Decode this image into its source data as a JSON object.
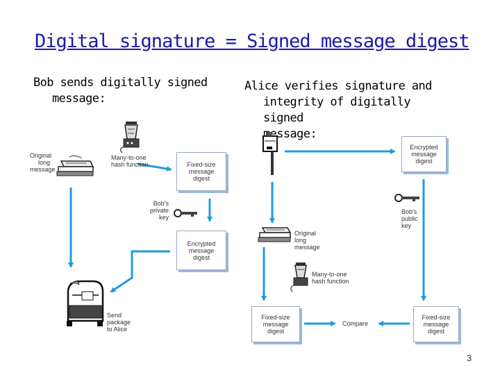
{
  "title": "Digital signature = Signed message digest",
  "left": {
    "line1": "Bob sends digitally signed",
    "line2": "message:",
    "labels": {
      "original": [
        "Original",
        "long",
        "message"
      ],
      "hash": [
        "Many-to-one",
        "hash function"
      ],
      "fixed_digest": [
        "Fixed-size",
        "message",
        "digest"
      ],
      "private_key": [
        "Bob's",
        "private",
        "key"
      ],
      "encrypted_digest": [
        "Encrypted",
        "message",
        "digest"
      ],
      "send": [
        "Send",
        "package",
        "to Alice"
      ]
    }
  },
  "right": {
    "line1": "Alice verifies signature and",
    "line2": "integrity of digitally signed",
    "line3": "message:",
    "labels": {
      "encrypted_digest": [
        "Encrypted",
        "message",
        "digest"
      ],
      "public_key": [
        "Bob's",
        "public",
        "key"
      ],
      "original": [
        "Original",
        "long",
        "message"
      ],
      "hash": [
        "Many-to-one",
        "hash function"
      ],
      "fixed_digest_left": [
        "Fixed-size",
        "message",
        "digest"
      ],
      "compare": "Compare",
      "fixed_digest_right": [
        "Fixed-size",
        "message",
        "digest"
      ]
    }
  },
  "page_number": "3",
  "colors": {
    "title": "#1a1aa6",
    "arrow": "#1e9bdc",
    "box_shadow": "#9bb8dd"
  },
  "icons": [
    "blender-icon",
    "books-icon",
    "key-icon",
    "mailbox-icon",
    "envelope-icon"
  ]
}
